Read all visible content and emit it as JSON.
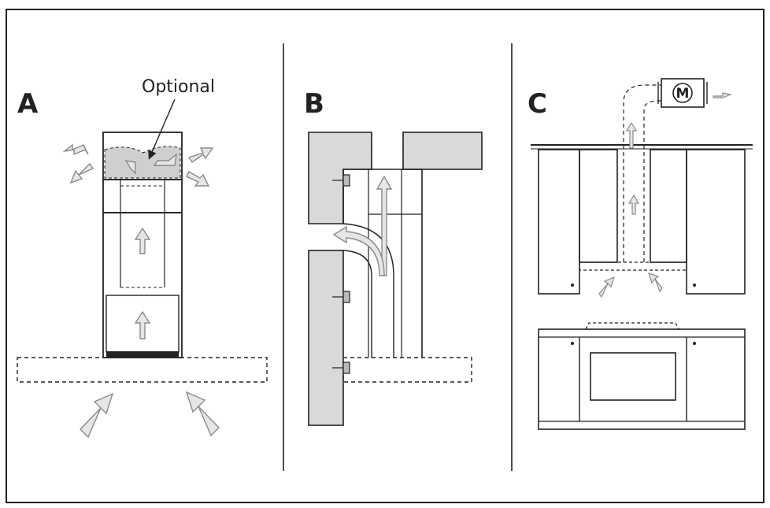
{
  "panels": {
    "a": {
      "letter": "A",
      "callout": "Optional"
    },
    "b": {
      "letter": "B"
    },
    "c": {
      "letter": "C",
      "motor_symbol": "M"
    }
  },
  "colors": {
    "line": "#222222",
    "fill_gray": "#d9d9d9",
    "arrow_fill": "#e6e6e6",
    "arrow_stroke": "#8a8a8a"
  }
}
